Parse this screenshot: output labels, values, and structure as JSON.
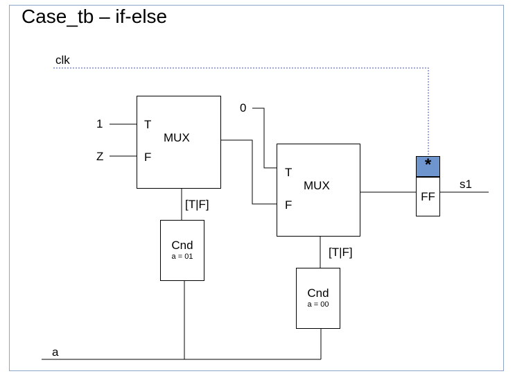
{
  "title": "Case_tb – if-else",
  "signals": {
    "clk": "clk",
    "a": "a",
    "s1": "s1",
    "const_1": "1",
    "const_z": "Z",
    "const_0": "0"
  },
  "mux1": {
    "label": "MUX",
    "true_pin": "T",
    "false_pin": "F",
    "select": "[T|F]"
  },
  "mux2": {
    "label": "MUX",
    "true_pin": "T",
    "false_pin": "F",
    "select": "[T|F]"
  },
  "cnd1": {
    "label": "Cnd",
    "condition": "a = 01"
  },
  "cnd2": {
    "label": "Cnd",
    "condition": "a = 00"
  },
  "ff": {
    "label": "FF",
    "clock_marker": "*"
  },
  "colors": {
    "frame": "#8ea3c8",
    "clock_line": "#3b4fc8",
    "clock_marker_fill": "#6f95cf"
  }
}
